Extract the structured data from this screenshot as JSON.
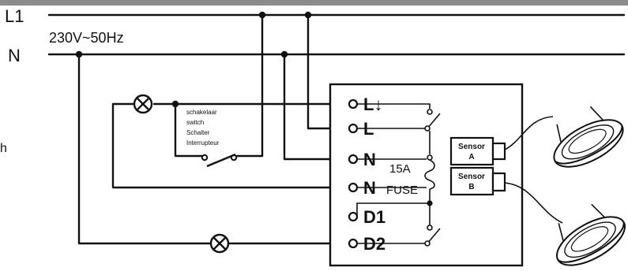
{
  "supply": {
    "line_label": "L1",
    "neutral_label": "N",
    "voltage_label": "230V~50Hz"
  },
  "switch_labels": [
    "schakelaar",
    "switch",
    "Schalter",
    "Interrupteur"
  ],
  "module": {
    "terminals": {
      "l_arrow": "L↓",
      "l": "L",
      "n1": "N",
      "n2": "N",
      "d1": "D1",
      "d2": "D2"
    },
    "fuse_rating": "15A",
    "fuse_label": "FUSE",
    "sensor_a": {
      "line1": "Sensor",
      "line2": "A"
    },
    "sensor_b": {
      "line1": "Sensor",
      "line2": "B"
    }
  },
  "side_glyph": "h"
}
